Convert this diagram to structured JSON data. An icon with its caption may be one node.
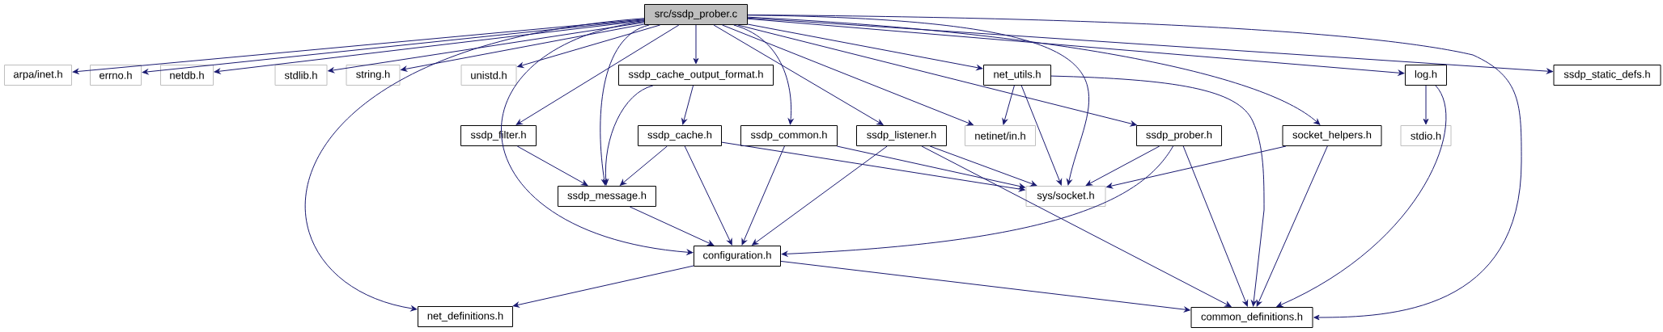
{
  "diagram": {
    "nodes": [
      {
        "text": [
          "src/ssdp_prober.c"
        ]
      },
      {
        "text": [
          "arpa/inet.h"
        ]
      },
      {
        "text": [
          "errno.h"
        ]
      },
      {
        "text": [
          "netdb.h"
        ]
      },
      {
        "text": [
          "stdlib.h"
        ]
      },
      {
        "text": [
          "string.h"
        ]
      },
      {
        "text": [
          "unistd.h"
        ]
      },
      {
        "text": [
          "ssdp_cache_output_format.h"
        ]
      },
      {
        "text": [
          "net_utils.h"
        ]
      },
      {
        "text": [
          "log.h"
        ]
      },
      {
        "text": [
          "ssdp_static_defs.h"
        ]
      },
      {
        "text": [
          "ssdp_filter.h"
        ]
      },
      {
        "text": [
          "ssdp_cache.h"
        ]
      },
      {
        "text": [
          "ssdp_common.h"
        ]
      },
      {
        "text": [
          "ssdp_listener.h"
        ]
      },
      {
        "text": [
          "netinet/in.h"
        ]
      },
      {
        "text": [
          "ssdp_prober.h"
        ]
      },
      {
        "text": [
          "socket_helpers.h"
        ]
      },
      {
        "text": [
          "stdio.h"
        ]
      },
      {
        "text": [
          "ssdp_message.h"
        ]
      },
      {
        "text": [
          "sys/socket.h"
        ]
      },
      {
        "text": [
          "configuration.h"
        ]
      },
      {
        "text": [
          "net_definitions.h"
        ]
      },
      {
        "text": [
          "common_definitions.h"
        ]
      }
    ],
    "edges": [
      {
        "from": 0,
        "to": 1,
        "arrow": "to"
      },
      {
        "from": 0,
        "to": 2,
        "arrow": "to"
      },
      {
        "from": 0,
        "to": 3,
        "arrow": "to"
      },
      {
        "from": 0,
        "to": 4,
        "arrow": "to"
      },
      {
        "from": 0,
        "to": 5,
        "arrow": "to"
      },
      {
        "from": 0,
        "to": 6,
        "arrow": "to"
      },
      {
        "from": 0,
        "to": 22,
        "arrow": "to"
      },
      {
        "from": 0,
        "to": 11,
        "arrow": "to"
      },
      {
        "from": 0,
        "to": 21,
        "arrow": "to"
      },
      {
        "from": 0,
        "to": 19,
        "arrow": "to"
      },
      {
        "from": 0,
        "to": 7,
        "arrow": "to"
      },
      {
        "from": 0,
        "to": 13,
        "arrow": "to"
      },
      {
        "from": 0,
        "to": 14,
        "arrow": "to"
      },
      {
        "from": 0,
        "to": 15,
        "arrow": "to"
      },
      {
        "from": 0,
        "to": 8,
        "arrow": "to"
      },
      {
        "from": 0,
        "to": 20,
        "arrow": "to"
      },
      {
        "from": 0,
        "to": 16,
        "arrow": "to"
      },
      {
        "from": 0,
        "to": 9,
        "arrow": "to"
      },
      {
        "from": 0,
        "to": 17,
        "arrow": "to"
      },
      {
        "from": 0,
        "to": 23,
        "arrow": "to"
      },
      {
        "from": 0,
        "to": 10,
        "arrow": "to"
      },
      {
        "from": 7,
        "to": 19,
        "arrow": "to"
      },
      {
        "from": 7,
        "to": 12,
        "arrow": "to"
      },
      {
        "from": 12,
        "to": 19,
        "arrow": "to"
      },
      {
        "from": 12,
        "to": 21,
        "arrow": "to"
      },
      {
        "from": 12,
        "to": 20,
        "arrow": "to"
      },
      {
        "from": 11,
        "to": 19,
        "arrow": "to"
      },
      {
        "from": 13,
        "to": 21,
        "arrow": "to"
      },
      {
        "from": 13,
        "to": 20,
        "arrow": "to"
      },
      {
        "from": 14,
        "to": 21,
        "arrow": "to"
      },
      {
        "from": 14,
        "to": 20,
        "arrow": "to"
      },
      {
        "from": 14,
        "to": 23,
        "arrow": "to"
      },
      {
        "from": 8,
        "to": 15,
        "arrow": "to"
      },
      {
        "from": 8,
        "to": 20,
        "arrow": "to"
      },
      {
        "from": 8,
        "to": 23,
        "arrow": "to"
      },
      {
        "from": 16,
        "to": 20,
        "arrow": "to"
      },
      {
        "from": 16,
        "to": 21,
        "arrow": "to"
      },
      {
        "from": 16,
        "to": 23,
        "arrow": "to"
      },
      {
        "from": 17,
        "to": 20,
        "arrow": "to"
      },
      {
        "from": 17,
        "to": 23,
        "arrow": "to"
      },
      {
        "from": 9,
        "to": 18,
        "arrow": "to"
      },
      {
        "from": 9,
        "to": 23,
        "arrow": "to"
      },
      {
        "from": 19,
        "to": 21,
        "arrow": "to"
      },
      {
        "from": 21,
        "to": 22,
        "arrow": "to"
      },
      {
        "from": 21,
        "to": 23,
        "arrow": "to"
      }
    ]
  }
}
